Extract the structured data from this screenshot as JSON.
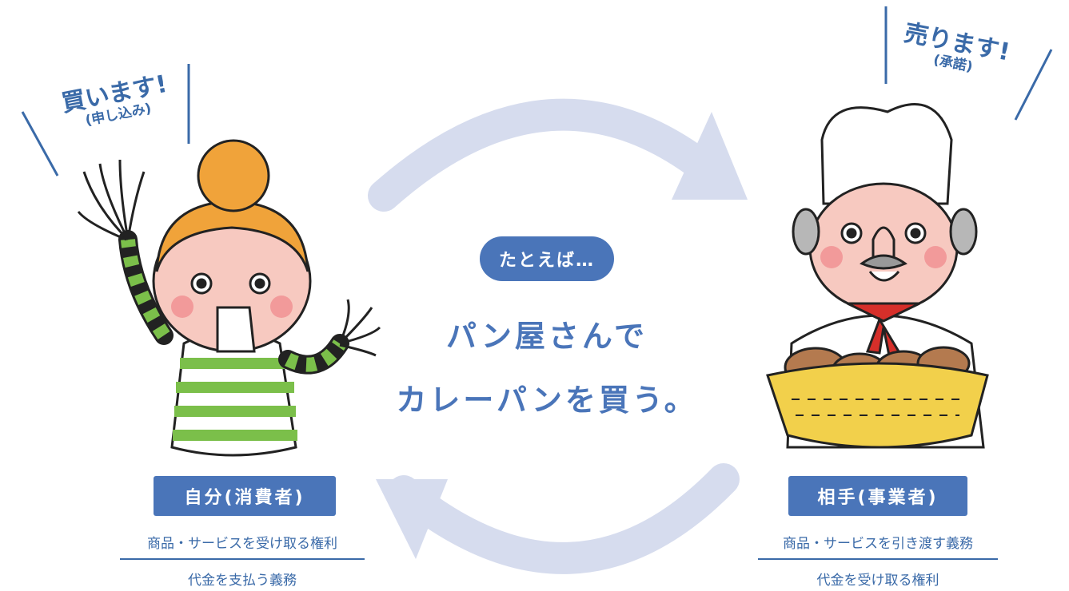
{
  "colors": {
    "accent": "#4a75b9",
    "text": "#3a6aa8",
    "arrow": "#d6dcee",
    "stripe_green": "#7bbf4a",
    "hair_orange": "#f0a33a",
    "skin": "#f7c9c0",
    "chef_scarf": "#d62f2a",
    "basket": "#f2d04b"
  },
  "icons": {
    "consumer": "consumer-illustration-icon",
    "chef": "baker-illustration-icon",
    "arrow_top": "cycle-arrow-right-icon",
    "arrow_bottom": "cycle-arrow-left-icon"
  },
  "left_shout": {
    "main": "買います!",
    "sub": "(申し込み)"
  },
  "right_shout": {
    "main": "売ります!",
    "sub": "(承諾)"
  },
  "bubble": "たとえば…",
  "headline": {
    "line1": "パン屋さんで",
    "line2": "カレーパンを買う。"
  },
  "left": {
    "role": "自分(消費者)",
    "duty1": "商品・サービスを受け取る権利",
    "duty2": "代金を支払う義務"
  },
  "right": {
    "role": "相手(事業者)",
    "duty1": "商品・サービスを引き渡す義務",
    "duty2": "代金を受け取る権利"
  }
}
